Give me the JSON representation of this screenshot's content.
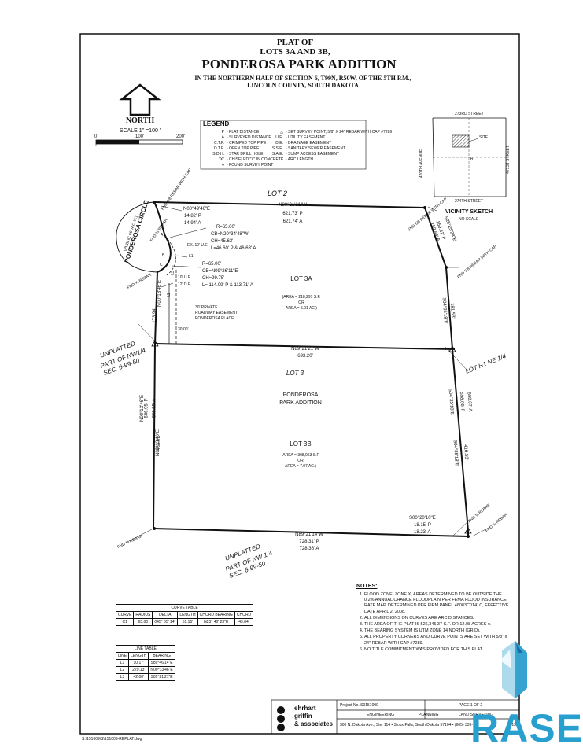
{
  "title": {
    "line1": "PLAT OF",
    "line2": "LOTS 3A AND 3B,",
    "line3": "PONDEROSA PARK ADDITION",
    "line4": "IN THE NORTHERN HALF OF SECTION 6, T99N, R50W, OF THE 5TH P.M.,",
    "line5": "LINCOLN COUNTY, SOUTH DAKOTA"
  },
  "north": {
    "label": "NORTH",
    "scale": "SCALE 1\" =100 '",
    "tick0": "0",
    "tick1": "100'",
    "tick2": "200'"
  },
  "legend": {
    "title": "LEGEND",
    "left": [
      {
        "k": "P",
        "v": "- PLAT DISTANCE"
      },
      {
        "k": "A",
        "v": "- SURVEYED DISTANCE"
      },
      {
        "k": "C.T.P.",
        "v": "- CRIMPED TOP PIPE"
      },
      {
        "k": "O.T.P.",
        "v": "- OPEN TOP PIPE"
      },
      {
        "k": "S.D.H.",
        "v": "- STAR DRILL HOLE"
      },
      {
        "k": "\"X\"",
        "v": "- CHISELED \"X\" IN CONCRETE"
      },
      {
        "k": "●",
        "v": "- FOUND SURVEY POINT"
      }
    ],
    "right": [
      {
        "k": "△",
        "v": "- SET SURVEY POINT, 5/8\" X 24\" REBAR WITH CAP #7289"
      },
      {
        "k": "U.E.",
        "v": "- UTILITY EASEMENT"
      },
      {
        "k": "D.E.",
        "v": "- DRAINAGE EASEMENT"
      },
      {
        "k": "S.S.E.",
        "v": "- SANITARY SEWER EASEMENT"
      },
      {
        "k": "S.A.E.",
        "v": "- SUMP ACCESS EASEMENT"
      },
      {
        "k": "⌒",
        "v": "- ARC LENGTH"
      }
    ]
  },
  "vicinity": {
    "street_top": "273RD STREET",
    "street_bottom": "274TH STREET",
    "avenue_left": "470TH AVENUE",
    "avenue_right": "471ST STREET",
    "site": "SITE",
    "section": "6",
    "title": "VICINITY SKETCH",
    "subtitle": "NO SCALE"
  },
  "labels": {
    "lot2": "LOT 2",
    "circle_name": "PONDEROSA CIRCLE",
    "circle_sub": "(PUBLIC 66' R.O.W.)",
    "fnd_cap_tl": "FND 5/8 REBAR WITH CAP",
    "fnd_rebar_tl": "FND ⅜ REBAR",
    "fnd_cap_tr": "FND 5/8 REBAR WITH CAP",
    "fnd_cap_r": "FND 5/8 REBAR WITH CAP",
    "fnd_rebar_l": "FND ⅜ REBAR",
    "fnd_rebar_bl": "FND ⅜ REBAR",
    "fnd_rebar_br1": "FND ⅜ REBAR",
    "fnd_rebar_br2": "FND ⅜ REBAR",
    "top_bearing": "N89°21'21\"W",
    "top_p": "621.73' P",
    "top_a": "621.74' A",
    "n0049": "N00°49'46\"E",
    "n0049_p": "14.82' P",
    "n0049_a": "14.94' A",
    "c1_r": "R=65.00'",
    "c1_cb": "CB=N20°34'48\"W",
    "c1_ch": "CH=45.63'",
    "c1_l": "L=46.60' P & 46.63' A",
    "ex_ue": "EX. 10' U.E.",
    "l1": "L1",
    "c2_r": "R=65.00'",
    "c2_cb": "CB=N09°26'11\"E",
    "c2_ch": "CH=99.75'",
    "c2_l": "L= 114.09' P & 113.71' A",
    "ue10": "10' U.E.",
    "de12": "12' D.E.",
    "l2": "L2",
    "private": "30' PRIVATE",
    "roadway": "ROADWAY EASEMENT.",
    "ponderosa_place": "PONDEROSA PLACE.",
    "w30": "30.00'",
    "lot3a": "LOT 3A",
    "area3a_1": "(AREA = 218,291 S.F.",
    "area3a_or": "OR",
    "area3a_2": "AREA = 5.01 AC.)",
    "n0013_left": "N00°13'46\"E",
    "n0013_left_d": "173.94'",
    "right_top_d1": "159.89' A",
    "right_top_d2": "159.62' P",
    "right_top_bearing": "S25°25'24\"E",
    "s0435_top": "S04°35'18\"E",
    "s0435_top_d": "181.53'",
    "mid_bearing": "N89°21'21\"W",
    "mid_d": "693.20'",
    "unplatted_l1": "UNPLATTED",
    "unplatted_l2": "PART OF NW1/4",
    "unplatted_l3": "SEC. 6-99-50",
    "lot3": "LOT 3",
    "lot_h1": "LOT H1 NE 1/4",
    "ponderosa": "PONDEROSA",
    "park_add": "PARK ADDITION",
    "left_bearing": "N00°13'46\"E",
    "left_p": "606.95' P",
    "left_a": "606.95' A",
    "left2_bearing": "N00°13'46\"E",
    "left2_d": "433.01'",
    "right_bearing": "S04°35'18\"E",
    "right_p": "598.06' P",
    "right_a": "598.07' A",
    "right2_bearing": "S04°35'18\"E",
    "right2_d": "416.53'",
    "lot3b": "LOT 3B",
    "area3b_1": "(AREA = 308,053 S.F.",
    "area3b_or": "OR",
    "area3b_2": "AREA = 7.07 AC.)",
    "s0020": "S00°20'10\"E",
    "s0020_p": "18.15' P",
    "s0020_a": "18.23' A",
    "bottom_bearing": "N89°21'14\"W",
    "bottom_p": "728.31' P",
    "bottom_a": "728.36' A",
    "unplatted_b1": "UNPLATTED",
    "unplatted_b2": "PART OF NW 1/4",
    "unplatted_b3": "SEC. 6-99-50",
    "curve_a": "A",
    "curve_b": "B",
    "curve_c": "C",
    "l3": "L3"
  },
  "notes": {
    "title": "NOTES:",
    "items": [
      "FLOOD ZONE: ZONE X, AREAS DETERMINED TO BE OUTSIDE THE 0.2% ANNUAL CHANCE FLOODPLAIN PER FEMA FLOOD INSURANCE RATE MAP, DETERMINED PER FIRM PANEL 46083C0141C, EFFECTIVE DATE APRIL 2, 2008.",
      "ALL DIMENSIONS ON CURVES ARE ARC DISTANCES.",
      "THE AREA OF THE PLAT IS 526,345.37 S.F. OR 12.08 ACRES ±.",
      "THE BEARING SYSTEM IS UTM ZONE 14 NORTH (GRID).",
      "ALL PROPERTY CORNERS AND CURVE POINTS ARE SET WITH 5/8\" x 24\" REBAR WITH CAP #7289.",
      "NO TITLE COMMITMENT WAS PROVIDED FOR THIS PLAT."
    ]
  },
  "curve_table": {
    "title": "CURVE TABLE",
    "headers": [
      "CURVE",
      "RADIUS",
      "DELTA",
      "LENGTH",
      "CHORD BEARING",
      "CHORD"
    ],
    "rows": [
      [
        "C1",
        "65.00",
        "045° 05' 14\"",
        "51.15'",
        "N23° 40' 23\"E",
        "49.84'"
      ]
    ]
  },
  "line_table": {
    "title": "LINE TABLE",
    "headers": [
      "LINE",
      "LENGTH",
      "BEARING"
    ],
    "rows": [
      [
        "L1",
        "10.17'",
        "S89°46'14\"E"
      ],
      [
        "L2",
        "229.13'",
        "N00°13'46\"E"
      ],
      [
        "L3",
        "42.00'",
        "S89°21'21\"E"
      ]
    ]
  },
  "titleblock": {
    "firm1": "ehrhart",
    "firm2": "griffin",
    "firm3": "& associates",
    "project": "Project No. S0151009",
    "page": "PAGE 1 OF 2",
    "d1": "ENGINEERING",
    "d2": "PLANNING",
    "d3": "LAND SURVEYING",
    "address": "300 N. Dakota Ave., Ste. 114 • Sioux Falls, South Dakota 57104 • (605) 339-",
    "date": "/13"
  },
  "file_path": "S:\\151009\\S\\151009-REPLAT.dwg",
  "watermark": "RASE"
}
